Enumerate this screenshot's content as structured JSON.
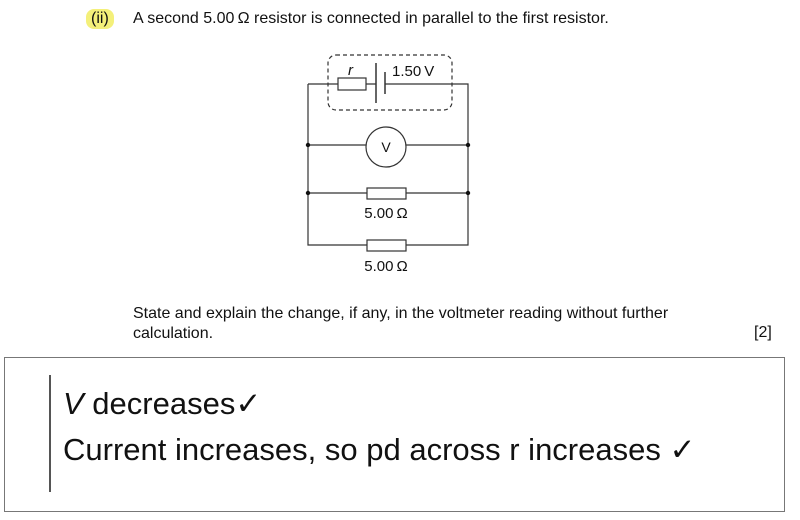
{
  "question": {
    "number": "(ii)",
    "text": "A second 5.00 Ω resistor is connected in parallel to the first resistor.",
    "instruction": "State and explain the change, if any, in the voltmeter reading without further calculation.",
    "marks": "[2]"
  },
  "circuit": {
    "internal_resistance_label": "r",
    "emf_label": "1.50 V",
    "voltmeter_label": "V",
    "resistor1_label": "5.00 Ω",
    "resistor2_label": "5.00 Ω"
  },
  "answer": {
    "line1_var": "V",
    "line1_text": " decreases✓",
    "line2": "Current increases, so pd across r increases ✓"
  }
}
